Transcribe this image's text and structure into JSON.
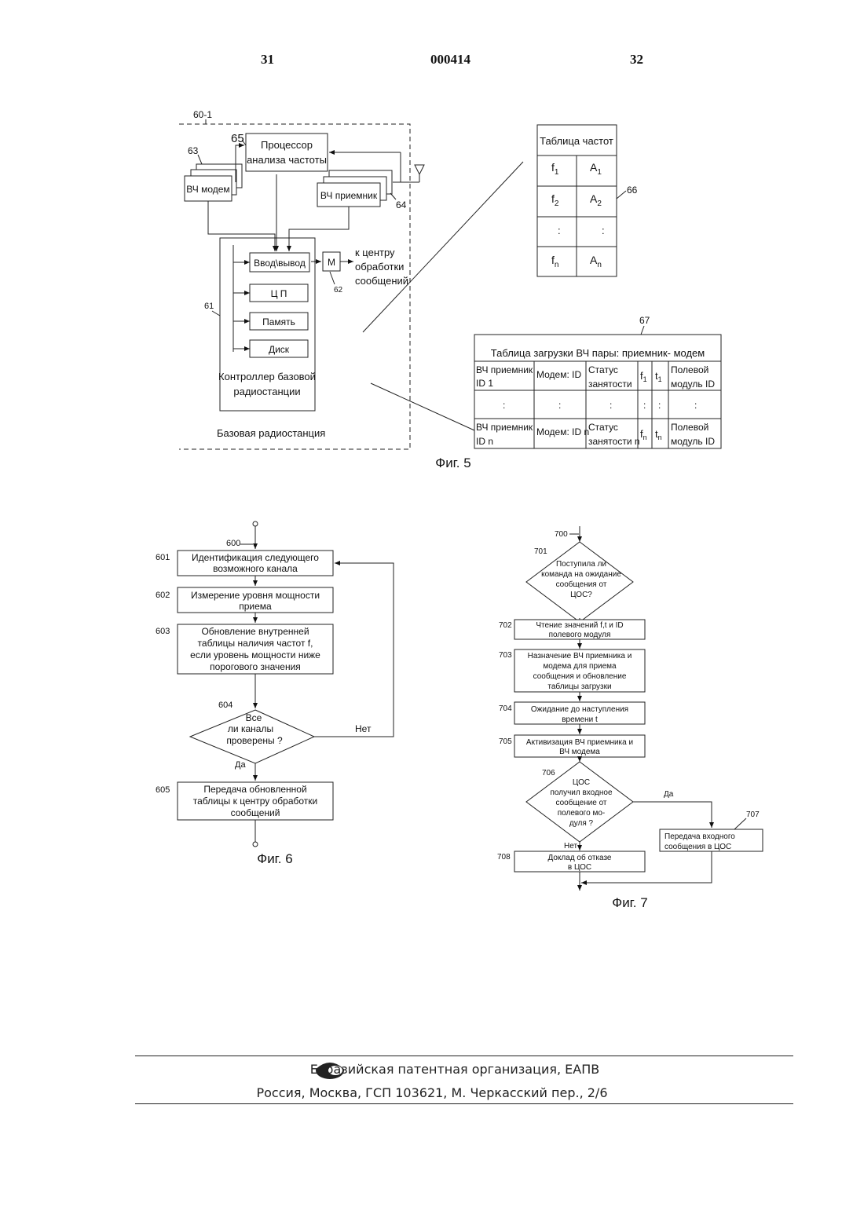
{
  "header": {
    "left_page": "31",
    "doc_number": "000414",
    "right_page": "32"
  },
  "fig5": {
    "caption": "Фиг. 5",
    "ref_60_1": "60-1",
    "ref_65": "65",
    "ref_63": "63",
    "ref_64": "64",
    "ref_61": "61",
    "ref_62": "62",
    "ref_66": "66",
    "ref_67": "67",
    "processor_line1": "Процессор",
    "processor_line2": "анализа частоты",
    "rf_modem": "ВЧ модем",
    "rf_receiver": "ВЧ приемник",
    "io": "Ввод\\вывод",
    "modem_m": "М",
    "to_center_1": "к центру",
    "to_center_2": "обработки",
    "to_center_3": "сообщений",
    "cpu": "Ц П",
    "memory": "Память",
    "disk": "Диск",
    "controller_1": "Контроллер базовой",
    "controller_2": "радиостанции",
    "base_station": "Базовая радиостанция",
    "freq_table_title": "Таблица частот",
    "freq_rows": [
      {
        "f": "f",
        "fs": "1",
        "a": "A",
        "as": "1"
      },
      {
        "f": "f",
        "fs": "2",
        "a": "A",
        "as": "2"
      },
      {
        "f": ":",
        "fs": "",
        "a": ":",
        "as": ""
      },
      {
        "f": "f",
        "fs": "n",
        "a": "A",
        "as": "n"
      }
    ],
    "load_table_title": "Таблица загрузки ВЧ пары: приемник- модем",
    "load_row1": {
      "rx1": "ВЧ приемник",
      "rx2": "ID 1",
      "modem": "Модем: ID",
      "status1": "Статус",
      "status2": "занятости",
      "f": "f",
      "fs": "1",
      "t": "t",
      "ts": "1",
      "field1": "Полевой",
      "field2": "модуль ID"
    },
    "load_row2": {
      "rx": ":",
      "modem": ":",
      "status": ":",
      "f": ":",
      "t": ":",
      "field": ":"
    },
    "load_row3": {
      "rx1": "ВЧ приемник",
      "rx2": "ID n",
      "modem": "Модем: ID n",
      "status1": "Статус",
      "status2": "занятости n",
      "f": "f",
      "fs": "n",
      "t": "t",
      "ts": "n",
      "field1": "Полевой",
      "field2": "модуль ID"
    }
  },
  "fig6": {
    "caption": "Фиг. 6",
    "ref_600": "600",
    "ref_601": "601",
    "ref_602": "602",
    "ref_603": "603",
    "ref_604": "604",
    "ref_605": "605",
    "step601": [
      "Идентификация следующего",
      "возможного канала"
    ],
    "step602": [
      "Измерение уровня мощности",
      "приема"
    ],
    "step603": [
      "Обновление внутренней",
      "таблицы наличия частот f,",
      "если уровень мощности ниже",
      "порогового значения"
    ],
    "step604": [
      "Все",
      "ли  каналы",
      "проверены ?"
    ],
    "yes": "Да",
    "no": "Нет",
    "step605": [
      "Передача обновленной",
      "таблицы к центру обработки",
      "сообщений"
    ]
  },
  "fig7": {
    "caption": "Фиг. 7",
    "ref_700": "700",
    "ref_701": "701",
    "ref_702": "702",
    "ref_703": "703",
    "ref_704": "704",
    "ref_705": "705",
    "ref_706": "706",
    "ref_707": "707",
    "ref_708": "708",
    "step701": [
      "Поступила ли",
      "команда на ожидание",
      "сообщения от",
      "ЦОС?"
    ],
    "step702": [
      "Чтение значений f,t и ID",
      "полевого модуля"
    ],
    "step703": [
      "Назначение ВЧ приемника и",
      "модема для приема",
      "сообщения и обновление",
      "таблицы загрузки"
    ],
    "step704": [
      "Ожидание до наступления",
      "времени t"
    ],
    "step705": [
      "Активизация ВЧ приемника и",
      "ВЧ модема"
    ],
    "step706": [
      "ЦОС",
      "получил входное",
      "сообщение от",
      "полевого мо-",
      "дуля ?"
    ],
    "yes": "Да",
    "no": "Нет",
    "step707": [
      "Передача входного",
      "сообщения в ЦОС"
    ],
    "step708": [
      "Доклад об отказе",
      "в ЦОС"
    ]
  },
  "footer": {
    "org": "Евразийская патентная организация, ЕАПВ",
    "address": "Россия, Москва, ГСП 103621, М. Черкасский пер., 2/6"
  }
}
